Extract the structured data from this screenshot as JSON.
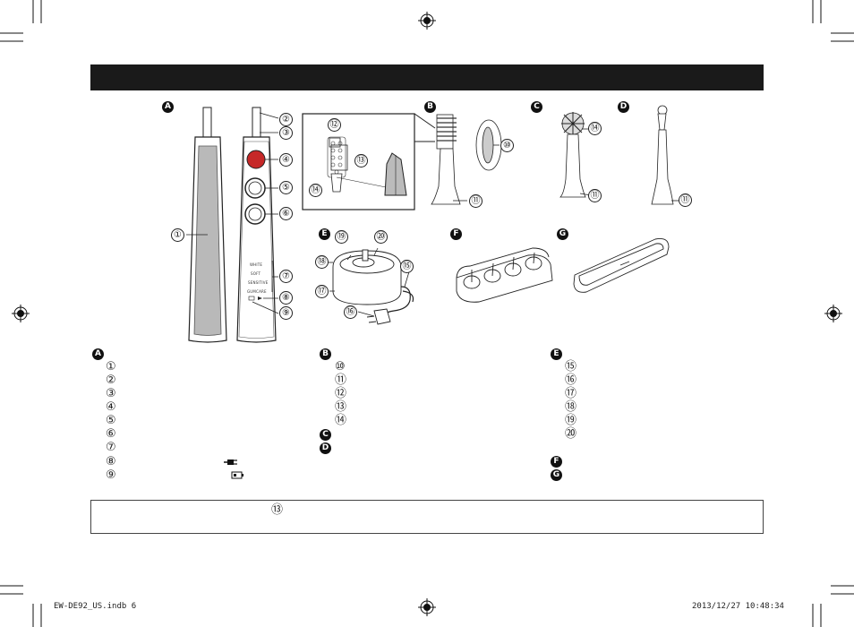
{
  "figures": {
    "A": {
      "letter": "A",
      "callouts": [
        "①",
        "②",
        "③",
        "④",
        "⑤",
        "⑥",
        "⑦",
        "⑧",
        "⑨"
      ],
      "mode_labels": [
        "WHITE",
        "SOFT",
        "SENSITIVE",
        "GUMCARE"
      ]
    },
    "B": {
      "letter": "B",
      "callouts": [
        "⑩",
        "⑪",
        "⑫",
        "⑬",
        "⑭"
      ]
    },
    "C": {
      "letter": "C",
      "callouts": [
        "⑭",
        "⑪"
      ]
    },
    "D": {
      "letter": "D",
      "callouts": [
        "⑪"
      ]
    },
    "E": {
      "letter": "E",
      "callouts": [
        "⑲",
        "⑳",
        "⑱",
        "⑮",
        "⑰",
        "⑯"
      ]
    },
    "F": {
      "letter": "F"
    },
    "G": {
      "letter": "G"
    }
  },
  "legend": {
    "A": {
      "badge": "A",
      "items": [
        "①",
        "②",
        "③",
        "④",
        "⑤",
        "⑥",
        "⑦",
        "⑧",
        "⑨"
      ]
    },
    "B": {
      "badge": "B",
      "items": [
        "⑩",
        "⑪",
        "⑫",
        "⑬",
        "⑭"
      ]
    },
    "C": {
      "badge": "C"
    },
    "D": {
      "badge": "D"
    },
    "E": {
      "badge": "E",
      "items": [
        "⑮",
        "⑯",
        "⑰",
        "⑱",
        "⑲",
        "⑳"
      ]
    },
    "F": {
      "badge": "F"
    },
    "G": {
      "badge": "G"
    }
  },
  "note": {
    "ref": "⑬"
  },
  "footer": {
    "file": "EW-DE92_US.indb   6",
    "datetime": "2013/12/27   10:48:34"
  },
  "colors": {
    "header_bar": "#1a1a1a",
    "handle_fill": "#b9b9b9",
    "line": "#222222"
  }
}
